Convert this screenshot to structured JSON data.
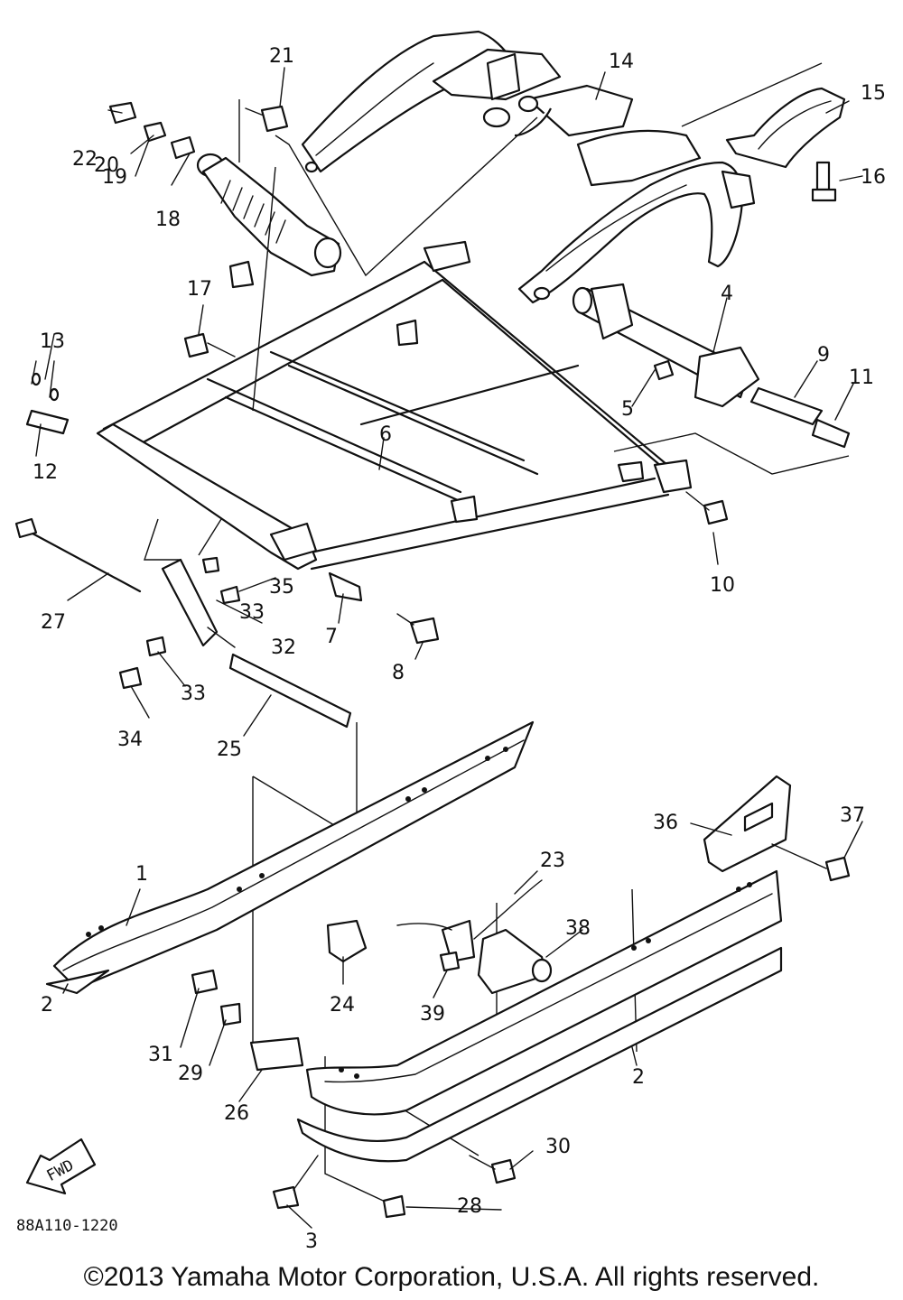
{
  "diagram": {
    "drawing_code": "88A110-1220",
    "fwd_label": "FWD",
    "callouts": [
      "1",
      "2",
      "2",
      "3",
      "4",
      "5",
      "6",
      "7",
      "8",
      "9",
      "10",
      "11",
      "12",
      "13",
      "14",
      "15",
      "16",
      "17",
      "18",
      "19",
      "20",
      "21",
      "22",
      "23",
      "24",
      "25",
      "26",
      "27",
      "28",
      "29",
      "30",
      "31",
      "32",
      "33",
      "33",
      "34",
      "35",
      "36",
      "37",
      "38",
      "39"
    ]
  },
  "footer": {
    "copyright": "©2013 Yamaha Motor Corporation, U.S.A. All rights reserved."
  }
}
